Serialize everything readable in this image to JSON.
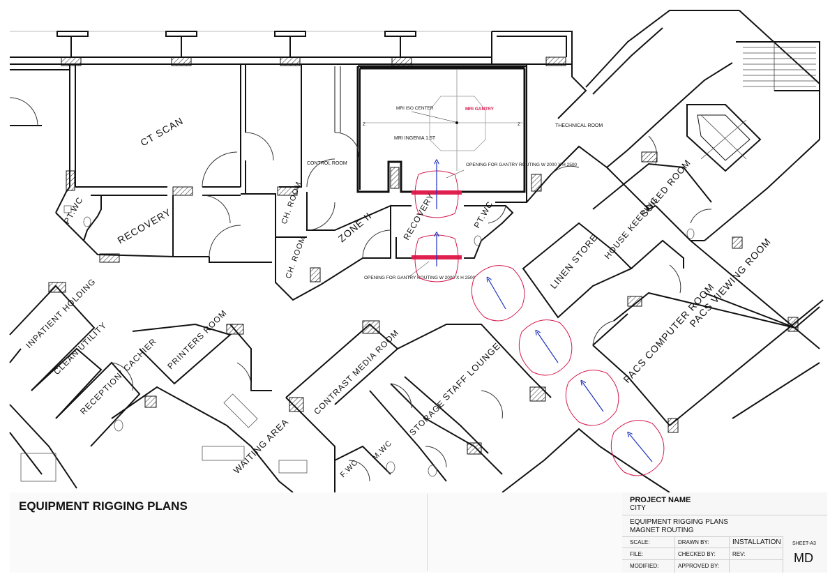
{
  "plan": {
    "rooms": {
      "ct_scan": "CT SCAN",
      "recovery_left": "RECOVERY",
      "pt_wc_left": "PT.WC",
      "ch_room_1": "CH. ROOM",
      "ch_room_2": "CH. ROOM",
      "control_room": "CONTROL ROOM",
      "zone_2": "ZONE II",
      "recovery_mid": "RECOVERY",
      "pt_wc_mid": "PT.WC",
      "technical_room": "THECHNICAL ROOM",
      "linen_store": "LINEN STORE",
      "house_keeping": "HOUSE KEEPING",
      "soiled_room": "SOILED ROOM",
      "pacs_viewing": "PACS VIEWING ROOM",
      "pacs_computer": "PACS COMPUTER ROOM",
      "inpatient_holding": "INPATIENT HOLDING",
      "clean_utility": "CLEAN UTILITY",
      "reception": "RECEPTION/ CACHIER",
      "printers": "PRINTERS ROOM",
      "contrast_media": "CONTRAST MEDIA ROOM",
      "storage": "STORAGE",
      "staff_lounge": "STAFF LOUNGE",
      "fwc": "F.WC",
      "mwc": "M.WC",
      "waiting": "WAITING AREA"
    },
    "mri": {
      "iso_center": "MRI ISO CENTER",
      "gantry": "MRI GANTRY",
      "model": "MRI INGENIA 1.5T",
      "z_left": "Z",
      "z_right": "Z"
    },
    "openings": {
      "upper": "OPENING FOR GANTRY ROUTING W 2000 X H 2500",
      "lower": "OPENING FOR GANTRY ROUTING W 2000 X H 2500"
    },
    "colors": {
      "wall": "#111111",
      "route": "#d4184a",
      "arrow": "#1a2fbf",
      "opening": "#e0204f"
    }
  },
  "title_block": {
    "main_title": "EQUIPMENT RIGGING PLANS",
    "project_label": "PROJECT NAME",
    "project_value": "CITY",
    "drawing_title_1": "EQUIPMENT RIGGING PLANS",
    "drawing_title_2": "MAGNET ROUTING",
    "scale_label": "SCALE:",
    "drawn_by_label": "DRAWN BY:",
    "installation_label": "INSTALLATION",
    "file_label": "FILE:",
    "checked_by_label": "CHECKED BY:",
    "rev_label": "REV:",
    "modified_label": "MODIFIED:",
    "approved_by_label": "APPROVED BY:",
    "sheet_label": "SHEET-A3",
    "initials": "MD"
  }
}
